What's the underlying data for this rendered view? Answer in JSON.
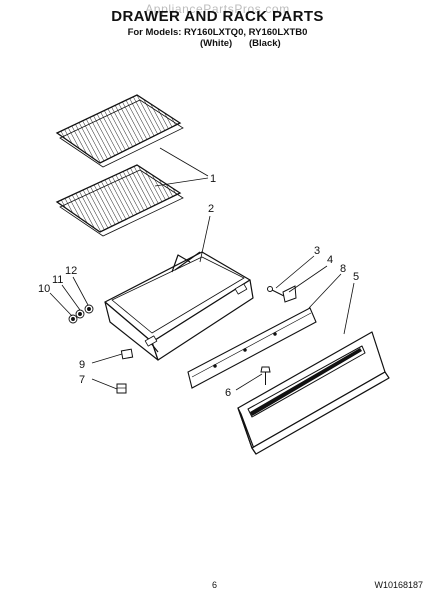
{
  "header": {
    "watermark": "AppliancePartsPros.com",
    "title": "DRAWER AND RACK PARTS",
    "models_line": "For Models: RY160LXTQ0, RY160LXTB0",
    "variant_white": "(White)",
    "variant_black": "(Black)"
  },
  "callouts": {
    "c1": "1",
    "c2": "2",
    "c3": "3",
    "c4": "4",
    "c5": "5",
    "c6": "6",
    "c7": "7",
    "c8": "8",
    "c9": "9",
    "c10": "10",
    "c11": "11",
    "c12": "12"
  },
  "footer": {
    "page_number": "6",
    "document_number": "W10168187"
  }
}
